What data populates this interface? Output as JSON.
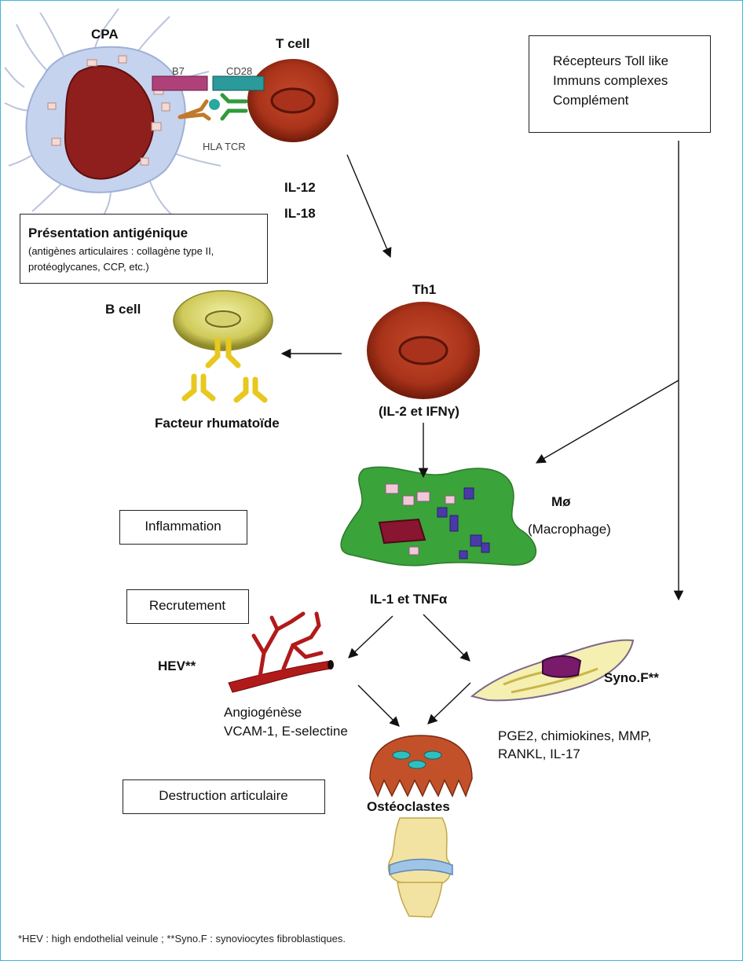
{
  "labels": {
    "cpa": "CPA",
    "t_cell": "T cell",
    "b7": "B7",
    "cd28": "CD28",
    "hla_tcr": "HLA TCR",
    "il12": "IL-12",
    "il18": "IL-18",
    "th1": "Th1",
    "b_cell": "B cell",
    "facteur": "Facteur rhumatoïde",
    "il2_ifn": "(IL-2 et IFNγ)",
    "mo": "Mø",
    "macrophage": "(Macrophage)",
    "il1_tnf": "IL-1 et TNFα",
    "hev": "HEV**",
    "syno": "Syno.F**",
    "angio_line1": "Angiogénèse",
    "angio_line2": "VCAM-1, E-selectine",
    "pge2_line1": "PGE2, chimiokines, MMP,",
    "pge2_line2": "RANKL, IL-17",
    "osteo": "Ostéoclastes"
  },
  "toll_box": {
    "line1": "Récepteurs Toll like",
    "line2": "Immuns complexes",
    "line3": "Complément"
  },
  "presentation_box": {
    "title": "Présentation antigénique",
    "line1": "(antigènes articulaires : collagène type II,",
    "line2": "protéoglycanes, CCP, etc.)"
  },
  "stages": {
    "inflammation": "Inflammation",
    "recrutement": "Recrutement",
    "destruction": "Destruction articulaire"
  },
  "footnote": "*HEV : high endothelial veinule ; **Syno.F : synoviocytes fibroblastiques.",
  "colors": {
    "frame_border": "#3fb6d8",
    "cell_red": "#b0361c",
    "b_cell_yellow": "#d8d46a",
    "macrophage_green": "#3aa33a",
    "b7_magenta": "#b0407a",
    "cd28_teal": "#2a9a9a",
    "osteoclast_orange": "#c2512a"
  }
}
